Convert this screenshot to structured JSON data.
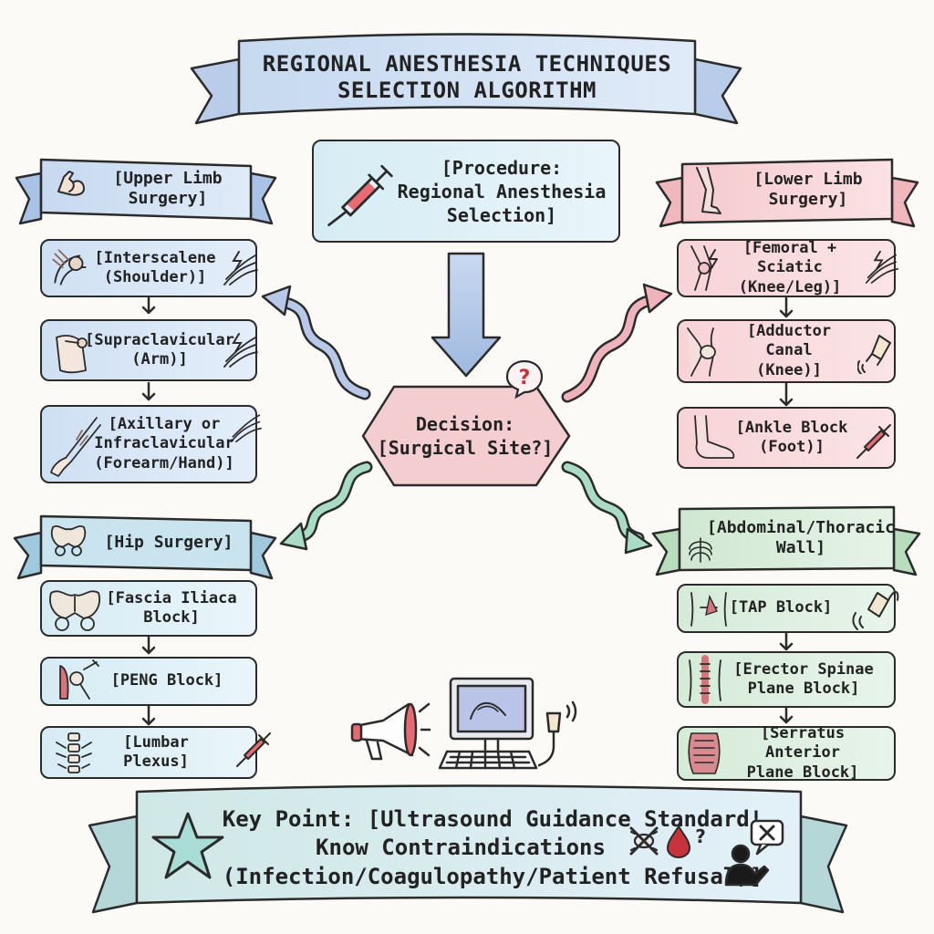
{
  "title": {
    "line1": "REGIONAL ANESTHESIA TECHNIQUES",
    "line2": "SELECTION ALGORITHM"
  },
  "procedure": {
    "line1": "[Procedure:",
    "line2": "Regional Anesthesia",
    "line3": "Selection]",
    "icon": "syringe-icon"
  },
  "decision": {
    "line1": "Decision:",
    "line2": "[Surgical Site?]",
    "icon": "question-bubble-icon"
  },
  "upper_limb": {
    "header_line1": "[Upper Limb",
    "header_line2": "Surgery]",
    "icon": "muscle-arm-icon",
    "steps": [
      {
        "line1": "[Interscalene",
        "line2": "(Shoulder)]"
      },
      {
        "line1": "[Supraclavicular",
        "line2": "(Arm)]"
      },
      {
        "line1": "[Axillary or",
        "line2": "Infraclavicular",
        "line3": "(Forearm/Hand)]"
      }
    ]
  },
  "hip": {
    "header": "[Hip Surgery]",
    "icon": "pelvis-icon",
    "steps": [
      {
        "line1": "[Fascia Iliaca",
        "line2": "Block]"
      },
      {
        "line1": "[PENG Block]"
      },
      {
        "line1": "[Lumbar Plexus]"
      }
    ]
  },
  "lower_limb": {
    "header_line1": "[Lower Limb",
    "header_line2": "Surgery]",
    "icon": "leg-icon",
    "steps": [
      {
        "line1": "[Femoral + Sciatic",
        "line2": "(Knee/Leg)]"
      },
      {
        "line1": "[Adductor Canal",
        "line2": "(Knee)]"
      },
      {
        "line1": "[Ankle Block",
        "line2": "(Foot)]"
      }
    ]
  },
  "abdominal": {
    "header_line1": "[Abdominal/Thoracic",
    "header_line2": "Wall]",
    "icon": "ribcage-icon",
    "steps": [
      {
        "line1": "[TAP Block]"
      },
      {
        "line1": "[Erector Spinae",
        "line2": "Plane Block]"
      },
      {
        "line1": "[Serratus Anterior",
        "line2": "Plane Block]"
      }
    ]
  },
  "key_point": {
    "line1": "Key Point: [Ultrasound Guidance Standard!",
    "line2": "Know Contraindications",
    "line3": "(Infection/Coagulopathy/Patient Refusal)]",
    "icons": [
      "star-icon",
      "crossed-bacteria-icon",
      "blood-drop-question-icon",
      "person-refusal-icon"
    ]
  },
  "illustration": {
    "icons": [
      "megaphone-icon",
      "ultrasound-computer-icon",
      "ultrasound-probe-icon"
    ]
  },
  "colors": {
    "blue": "#cfe0f3",
    "pink": "#f7d3d6",
    "green": "#d5ebd8",
    "light_blue": "#d6ecf4",
    "ink": "#2b2b2b",
    "blood": "#c8323a"
  }
}
